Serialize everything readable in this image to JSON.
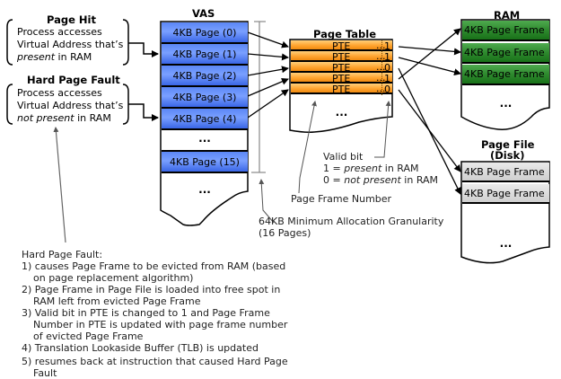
{
  "page_hit": {
    "title": "Page Hit",
    "line1": "Process accesses",
    "line2": "Virtual Address that’s",
    "line3_em": "present",
    "line3_rest": " in RAM"
  },
  "hard_fault": {
    "title": "Hard Page Fault",
    "line1": "Process accesses",
    "line2": "Virtual Address that’s",
    "line3_em": "not present",
    "line3_rest": " in RAM"
  },
  "vas": {
    "title": "VAS",
    "pages": [
      "4KB Page (0)",
      "4KB Page (1)",
      "4KB Page (2)",
      "4KB Page (3)",
      "4KB Page (4)"
    ],
    "gap": "...",
    "last_page": "4KB Page (15)",
    "tail": "..."
  },
  "page_table": {
    "title": "Page Table",
    "entries": [
      {
        "label": "PTE",
        "dots": "...",
        "valid": "1"
      },
      {
        "label": "PTE",
        "dots": "...",
        "valid": "1"
      },
      {
        "label": "PTE",
        "dots": "...",
        "valid": "0"
      },
      {
        "label": "PTE",
        "dots": "...",
        "valid": "1"
      },
      {
        "label": "PTE",
        "dots": "...",
        "valid": "0"
      }
    ],
    "tail": "..."
  },
  "ram": {
    "title": "RAM",
    "frames": [
      "4KB Page Frame",
      "4KB Page Frame",
      "4KB Page Frame"
    ],
    "tail": "..."
  },
  "page_file": {
    "title_line1": "Page File",
    "title_line2": "(Disk)",
    "frames": [
      "4KB Page Frame",
      "4KB Page Frame"
    ],
    "tail": "..."
  },
  "valid_bit_note": {
    "title": "Valid bit",
    "line1_pre": "1 = ",
    "line1_em": "present",
    "line1_post": " in RAM",
    "line2_pre": "0 = ",
    "line2_em": "not present",
    "line2_post": " in RAM"
  },
  "pfn_note": "Page Frame Number",
  "granularity_note": {
    "line1": "64KB Minimum Allocation Granularity",
    "line2": "(16 Pages)"
  },
  "fault_steps": {
    "title": "Hard Page Fault:",
    "steps": [
      "1) causes Page Frame to be evicted from RAM (based on page replacement algorithm)",
      "2) Page Frame in Page File is loaded into free spot in RAM left from evicted Page Frame",
      "3) Valid bit in PTE is changed to 1 and Page Frame Number in PTE is updated with page frame number of evicted Page Frame",
      "4) Translation Lookaside Buffer (TLB) is updated",
      "5) resumes back at instruction that caused Hard Page Fault"
    ]
  },
  "colors": {
    "vas_page": "#5b87f5",
    "pte": "#ffa531",
    "ram_frame": "#2e8a2e",
    "disk_frame": "#d6d6d6"
  }
}
